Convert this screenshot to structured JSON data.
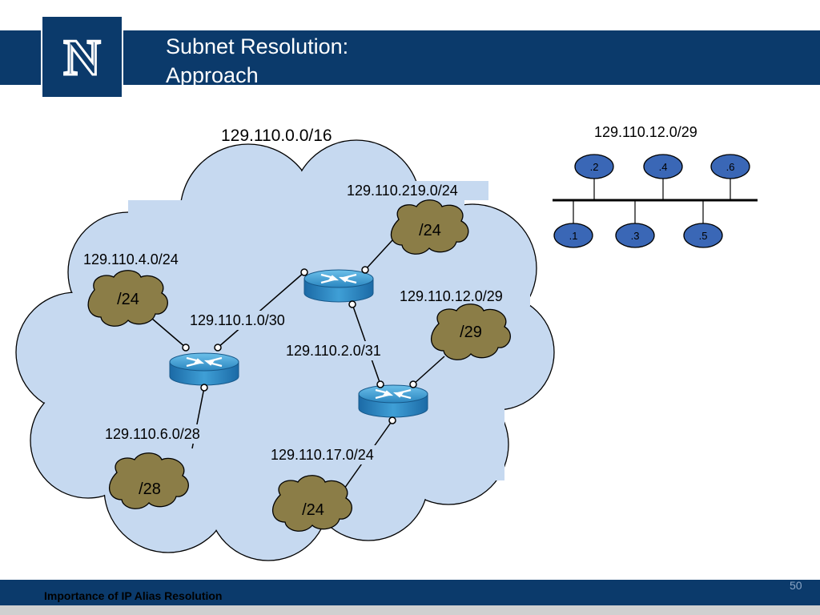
{
  "slide": {
    "title_line1": "Subnet Resolution:",
    "title_line2": "Approach",
    "logo_letter": "N",
    "footer": "Importance of IP Alias Resolution",
    "page_number": "50"
  },
  "network": {
    "main_label": "129.110.0.0/16",
    "labels": {
      "net_219": "129.110.219.0/24",
      "net_4": "129.110.4.0/24",
      "net_12": "129.110.12.0/29",
      "net_1": "129.110.1.0/30",
      "net_2": "129.110.2.0/31",
      "net_6": "129.110.6.0/28",
      "net_17": "129.110.17.0/24"
    },
    "clouds": {
      "c219": "/24",
      "c4": "/24",
      "c12": "/29",
      "c6": "/28",
      "c17": "/24"
    }
  },
  "subnet_detail": {
    "label": "129.110.12.0/29",
    "top_hosts": [
      ".2",
      ".4",
      ".6"
    ],
    "bottom_hosts": [
      ".1",
      ".3",
      ".5"
    ]
  },
  "colors": {
    "header": "#0b3a6b",
    "big_cloud": "#c6d9f0",
    "small_cloud": "#8b7d47",
    "router": "#3a8fc4",
    "host": "#3a67b6"
  }
}
